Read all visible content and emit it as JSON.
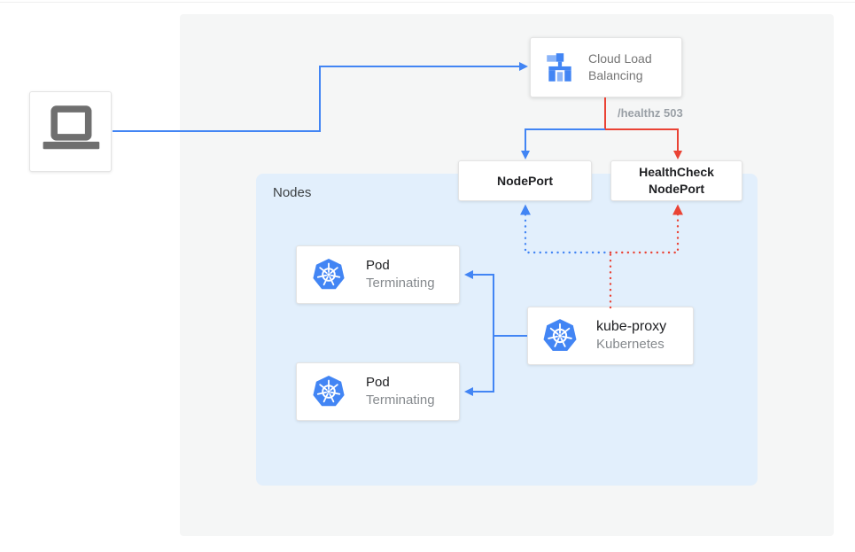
{
  "colors": {
    "traffic_blue": "#4285f4",
    "health_red": "#ea4335",
    "nodes_panel_blue": "#e2effc",
    "outer_panel_gray": "#f5f6f6",
    "kubernetes_icon_blue": "#4285f4",
    "laptop_icon_gray": "#6f6f6f"
  },
  "panels": {
    "nodes_label": "Nodes"
  },
  "nodes": {
    "client": {
      "icon": "laptop-icon"
    },
    "cloud_load_balancing": {
      "label": "Cloud Load Balancing",
      "icon": "load-balancer-icon"
    },
    "node_port": {
      "label": "NodePort"
    },
    "health_check_node_port": {
      "label_line1": "HealthCheck",
      "label_line2": "NodePort"
    },
    "pod_1": {
      "label": "Pod",
      "status": "Terminating",
      "icon": "kubernetes-icon"
    },
    "pod_2": {
      "label": "Pod",
      "status": "Terminating",
      "icon": "kubernetes-icon"
    },
    "kube_proxy": {
      "label": "kube-proxy",
      "sublabel": "Kubernetes",
      "icon": "kubernetes-icon"
    }
  },
  "edges": {
    "healthz_label": "/healthz 503"
  }
}
